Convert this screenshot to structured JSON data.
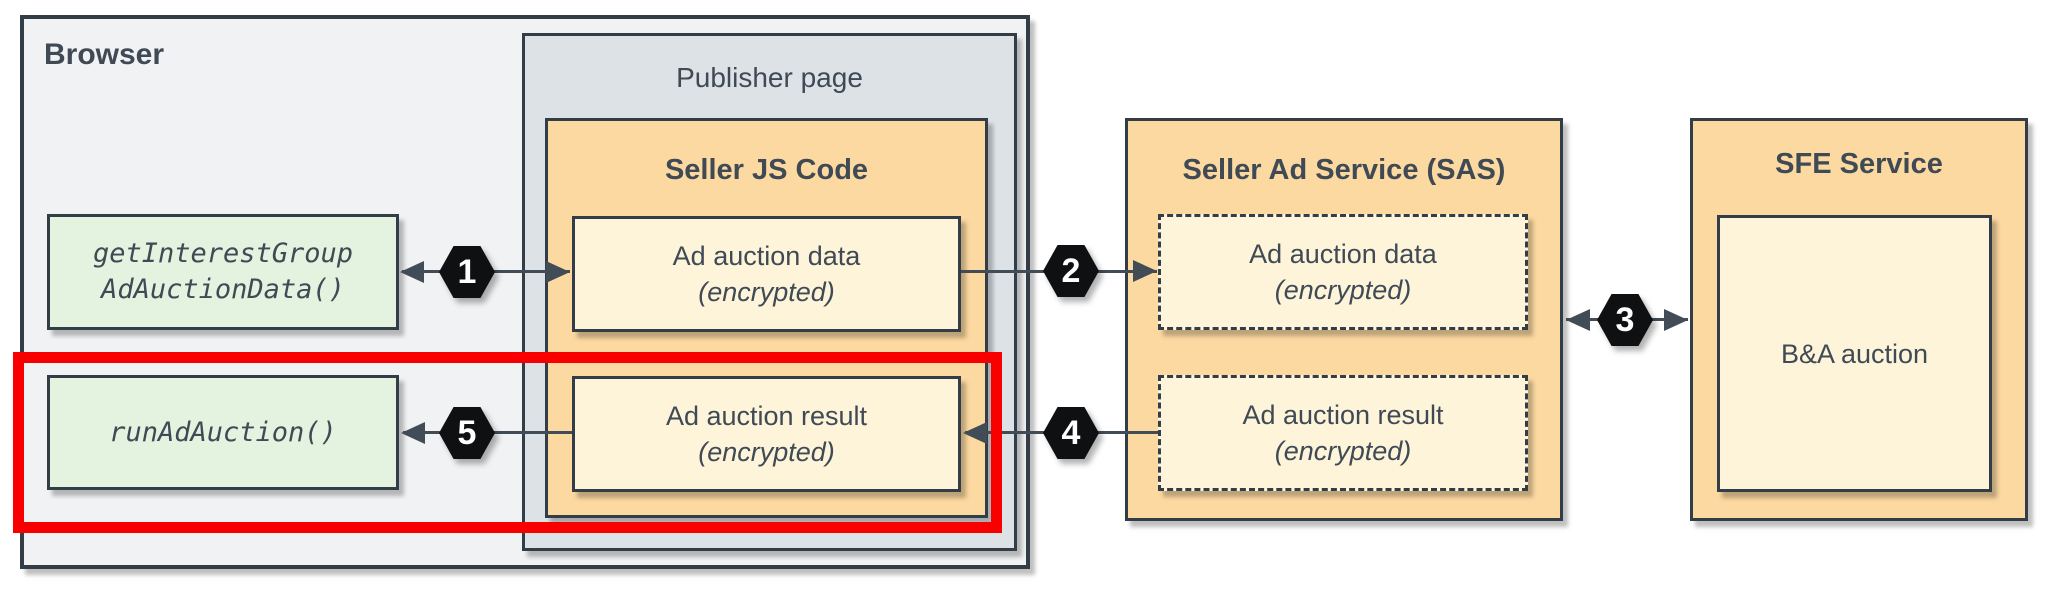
{
  "colors": {
    "canvas_bg": "#FFFFFF",
    "browser_fill": "#F0F2F4",
    "publisher_fill": "#DDE2E7",
    "service_fill": "#FCD9A0",
    "inner_fill": "#FDF4DA",
    "api_fill": "#E3F3E0",
    "border_dark": "#333D47",
    "text_dark": "#3F4A55",
    "arrow_color": "#414C57",
    "badge_fill": "#0E1012",
    "badge_text": "#FFFFFF",
    "highlight_red": "#F80000"
  },
  "browser": {
    "label": "Browser"
  },
  "publisher": {
    "label": "Publisher page"
  },
  "seller_js": {
    "title": "Seller JS Code",
    "data_box": {
      "line1": "Ad auction data",
      "line2": "(encrypted)"
    },
    "result_box": {
      "line1": "Ad auction result",
      "line2": "(encrypted)"
    }
  },
  "browser_api": {
    "get_interest_group": {
      "line1": "getInterestGroup",
      "line2": "AdAuctionData()"
    },
    "run_ad_auction": {
      "label": "runAdAuction()"
    }
  },
  "sas": {
    "title": "Seller Ad Service (SAS)",
    "data_box": {
      "line1": "Ad auction data",
      "line2": "(encrypted)"
    },
    "result_box": {
      "line1": "Ad auction result",
      "line2": "(encrypted)"
    }
  },
  "sfe": {
    "title": "SFE Service",
    "auction_box": {
      "label": "B&A auction"
    }
  },
  "steps": {
    "step1": "1",
    "step2": "2",
    "step3": "3",
    "step4": "4",
    "step5": "5"
  }
}
